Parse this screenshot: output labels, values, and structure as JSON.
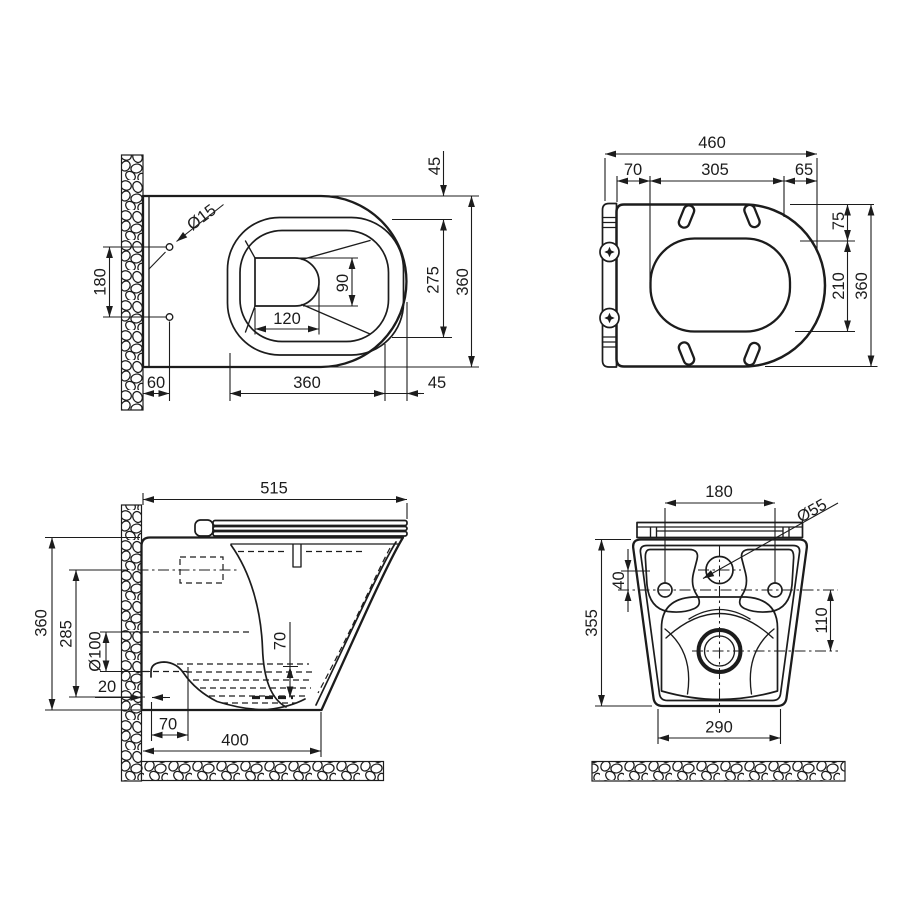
{
  "colors": {
    "background": "#ffffff",
    "line": "#1c1c1c"
  },
  "views": {
    "top": {
      "dims": {
        "hole_diameter": "Ø15",
        "hole_spacing": "180",
        "hole_wall_offset": "60",
        "bowl_length": "360",
        "front_gap": "45",
        "outlet_width": "120",
        "outlet_depth": "90",
        "opening_length": "275",
        "total_depth": "360",
        "rim_top_gap": "45"
      }
    },
    "seat": {
      "dims": {
        "total_length": "460",
        "hinge_zone": "70",
        "mid_length": "305",
        "front_zone": "65",
        "front_gap": "75",
        "opening_length": "210",
        "total_width": "360"
      }
    },
    "side": {
      "dims": {
        "total_depth": "515",
        "total_height": "360",
        "inlet_axis_height": "285",
        "outlet_diameter": "Ø100",
        "outlet_offset": "20",
        "water_depth": "70",
        "trap_depth": "70",
        "body_depth": "400"
      }
    },
    "rear": {
      "dims": {
        "bolt_spacing": "180",
        "inlet_diameter": "Ø55",
        "inlet_axis_offset": "40",
        "total_height": "355",
        "drain_axis_offset": "110",
        "base_width": "290"
      }
    }
  }
}
